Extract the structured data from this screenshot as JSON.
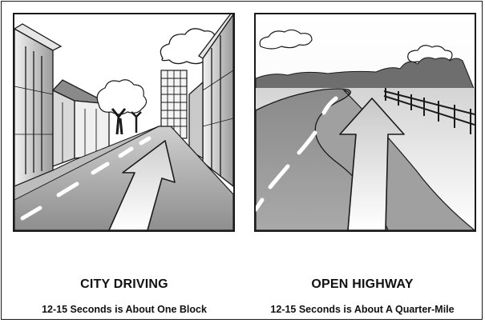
{
  "panels": [
    {
      "title": "CITY DRIVING",
      "subtitle": "12-15 Seconds is About One Block"
    },
    {
      "title": "OPEN HIGHWAY",
      "subtitle": "12-15 Seconds is About A Quarter-Mile"
    }
  ],
  "colors": {
    "line": "#1a1a1a",
    "road": "#9a9a9a",
    "sky": "#ffffff"
  }
}
